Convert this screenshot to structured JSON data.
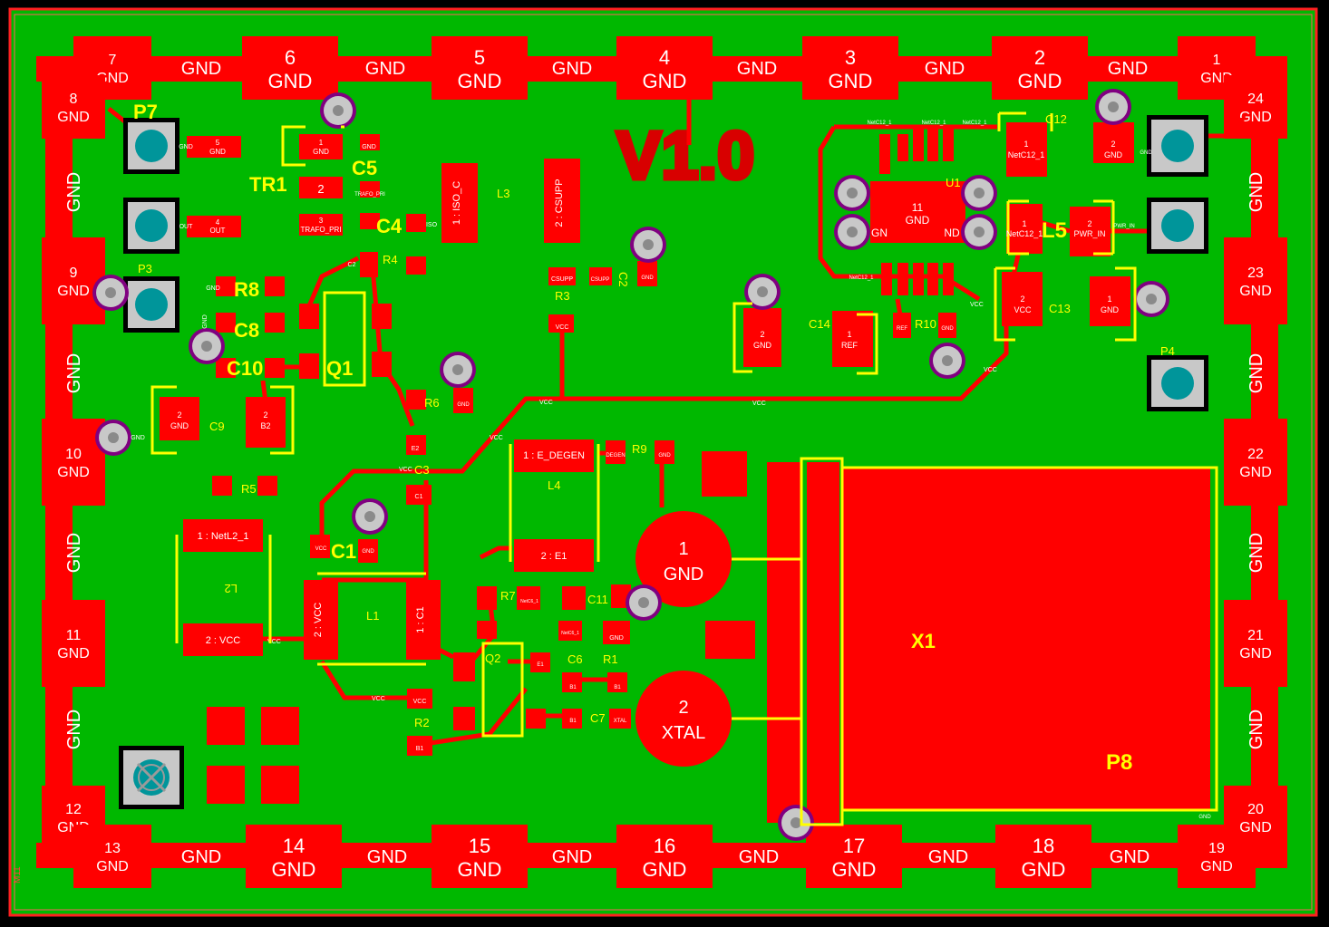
{
  "board": {
    "version_text": "V1.0",
    "corner_mark": "M11",
    "colors": {
      "background": "#000000",
      "copper": "#00b800",
      "pad": "#ff0000",
      "silkscreen": "#ffff00",
      "via_ring": "#800080",
      "plated_hole": "#00959a",
      "edge": "#ff0000"
    }
  },
  "edge_pads": [
    {
      "num": "1",
      "net": "GND"
    },
    {
      "num": "2",
      "net": "GND"
    },
    {
      "num": "3",
      "net": "GND"
    },
    {
      "num": "4",
      "net": "GND"
    },
    {
      "num": "5",
      "net": "GND"
    },
    {
      "num": "6",
      "net": "GND"
    },
    {
      "num": "7",
      "net": "GND"
    },
    {
      "num": "8",
      "net": "GND"
    },
    {
      "num": "9",
      "net": "GND"
    },
    {
      "num": "10",
      "net": "GND"
    },
    {
      "num": "11",
      "net": "GND"
    },
    {
      "num": "12",
      "net": "GND"
    },
    {
      "num": "13",
      "net": "GND"
    },
    {
      "num": "14",
      "net": "GND"
    },
    {
      "num": "15",
      "net": "GND"
    },
    {
      "num": "16",
      "net": "GND"
    },
    {
      "num": "17",
      "net": "GND"
    },
    {
      "num": "18",
      "net": "GND"
    },
    {
      "num": "19",
      "net": "GND"
    },
    {
      "num": "20",
      "net": "GND"
    },
    {
      "num": "21",
      "net": "GND"
    },
    {
      "num": "22",
      "net": "GND"
    },
    {
      "num": "23",
      "net": "GND"
    },
    {
      "num": "24",
      "net": "GND"
    }
  ],
  "gnd_label": "GND",
  "designators": {
    "P7": "P7",
    "P3": "P3",
    "P4": "P4",
    "P8": "P8",
    "TR1": "TR1",
    "C5": "C5",
    "C4": "C4",
    "R4": "R4",
    "L3": "L3",
    "C2": "C2",
    "R3": "R3",
    "R8": "R8",
    "C8": "C8",
    "C10": "C10",
    "Q1": "Q1",
    "R6": "R6",
    "C9": "C9",
    "R5": "R5",
    "C3": "C3",
    "C1": "C1",
    "L2": "L2",
    "L1": "L1",
    "L4": "L4",
    "R9": "R9",
    "R7": "R7",
    "C11": "C11",
    "Q2": "Q2",
    "C6": "C6",
    "R1": "R1",
    "R2": "R2",
    "C7": "C7",
    "X1": "X1",
    "U1": "U1",
    "C12": "C12",
    "L5": "L5",
    "C13": "C13",
    "C14": "C14",
    "R10": "R10"
  },
  "pad_labels": {
    "gnd": "GND",
    "out": "OUT",
    "vcc": "VCC",
    "ref": "REF",
    "xtal": "XTAL",
    "p7_pin": "5",
    "p7_net": "GND",
    "p_out_pin": "4",
    "p_out_net": "OUT",
    "tr1_1": "1",
    "tr1_2": "2",
    "tr1_3": "3",
    "trafo_pri": "TRAFO_PRI",
    "l3_1": "1 : ISO_C",
    "l3_2": "2 : CSUPP",
    "l2_1": "1 : NetL2_1",
    "l2_2": "2 : VCC",
    "l1_1": "2 : VCC",
    "l1_2": "1 : C1",
    "l4_1": "1 : E_DEGEN",
    "l4_2": "2 : E1",
    "x1_1": "1",
    "x1_2": "2",
    "b2": "B2",
    "u1_pin": "11",
    "cap_2": "2",
    "cap_1": "1",
    "netc12": "NetC12_1",
    "netc12_small": "NetC12_1",
    "pwr_in": "PWR_IN",
    "l5_2": "2",
    "c13_2": "2",
    "c13_1": "1",
    "c14_1": "1",
    "c9_2": "2",
    "c11": "NetC6_1",
    "b1": "B1",
    "e1": "E1",
    "e2": "E2",
    "c1_pad": "C1",
    "iso": "ISO",
    "gn": "GN",
    "nd": "ND",
    "c2": "C2",
    "degen": "DEGEN",
    "csupp": "CSUPP",
    "vcc_trace": "VCC"
  }
}
